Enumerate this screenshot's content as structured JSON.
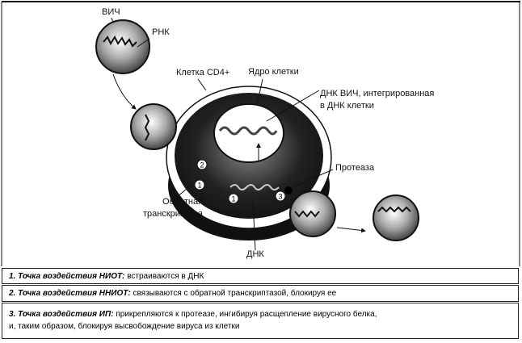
{
  "labels": {
    "hiv": "ВИЧ",
    "rna": "РНК",
    "cell": "Клетка CD4+",
    "nucleus": "Ядро клетки",
    "hiv_dna_line1": "ДНК ВИЧ, интегрированная",
    "hiv_dna_line2": "в ДНК клетки",
    "protease": "Протеаза",
    "rt_line1": "Обратная",
    "rt_line2": "транскриптаза",
    "dna": "ДНК"
  },
  "markers": [
    "1",
    "2",
    "1",
    "3"
  ],
  "legend": [
    {
      "title": "1. Точка воздействия НИОТ:",
      "text": "встраиваются в ДНК"
    },
    {
      "title": "2. Точка воздействия ННИОТ:",
      "text": "связываются с обратной транскриптазой, блокируя ее"
    },
    {
      "title": "3. Точка воздействия ИП:",
      "text": "прикрепляются к протеазе, ингибируя расщепление вирусного белка,",
      "text2": "и, таким образом, блокируя высвобождение вируса из клетки"
    }
  ]
}
